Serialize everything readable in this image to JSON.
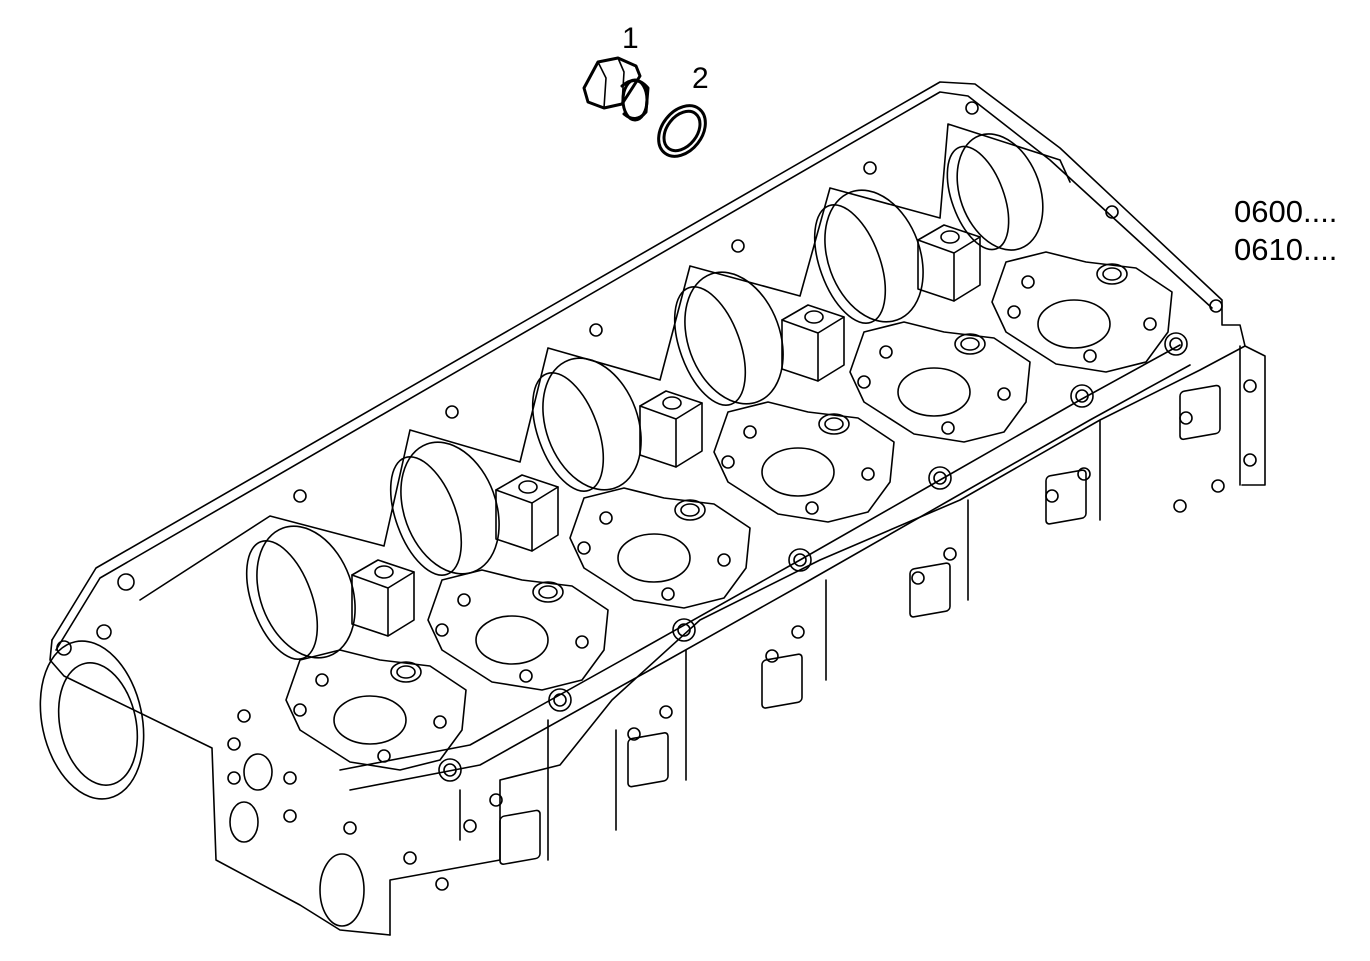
{
  "callouts": [
    {
      "label": "1"
    },
    {
      "label": "2"
    }
  ],
  "reference_codes": [
    "0600....",
    "0610...."
  ],
  "colors": {
    "line": "#000000",
    "background": "#ffffff"
  }
}
